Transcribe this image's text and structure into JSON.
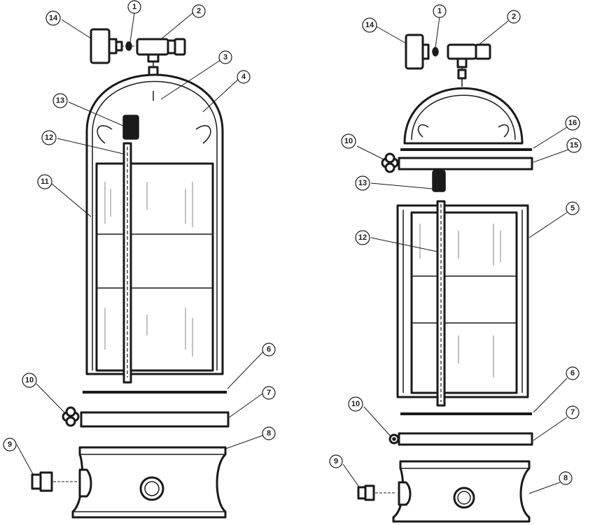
{
  "diagram": {
    "left_assembly": {
      "callouts": [
        "14",
        "1",
        "2",
        "3",
        "4",
        "13",
        "12",
        "11",
        "6",
        "10",
        "7",
        "8",
        "9"
      ]
    },
    "right_assembly": {
      "callouts": [
        "14",
        "1",
        "2",
        "16",
        "10",
        "15",
        "13",
        "12",
        "5",
        "6",
        "10",
        "7",
        "8",
        "9"
      ]
    }
  }
}
